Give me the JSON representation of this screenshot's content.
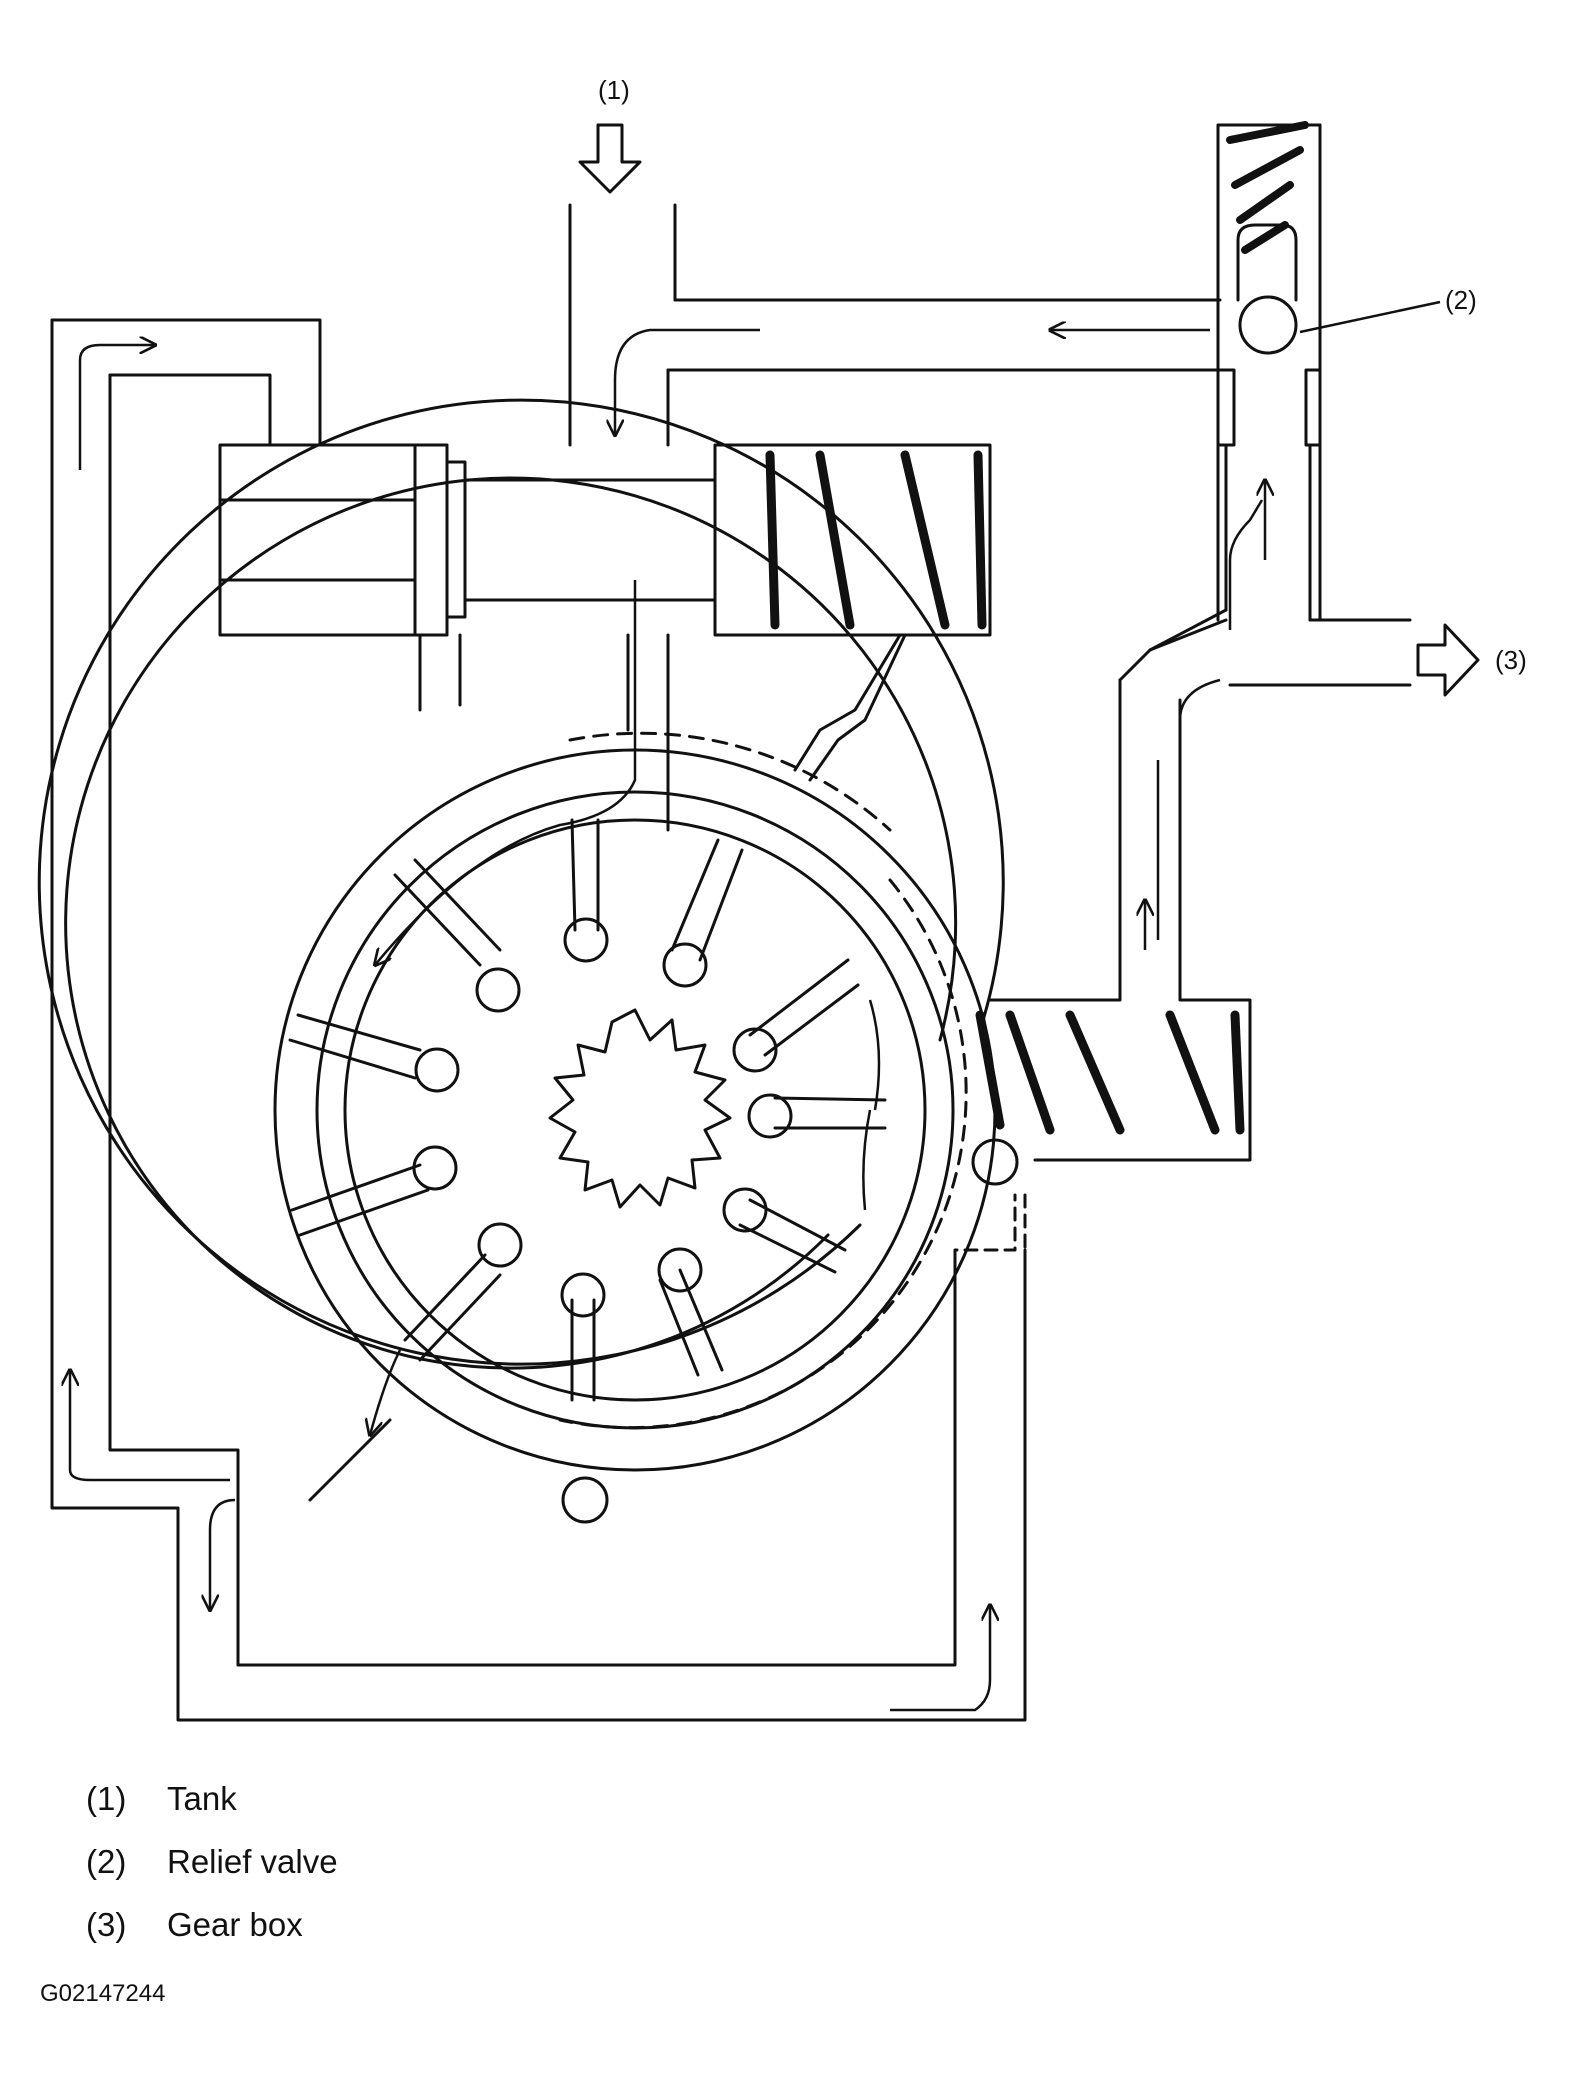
{
  "callouts": [
    {
      "id": "tank",
      "text": "(1)"
    },
    {
      "id": "relief_valve",
      "text": "(2)"
    },
    {
      "id": "gear_box",
      "text": "(3)"
    }
  ],
  "legend": [
    {
      "num": "(1)",
      "label": "Tank"
    },
    {
      "num": "(2)",
      "label": "Relief valve"
    },
    {
      "num": "(3)",
      "label": "Gear box"
    }
  ],
  "figure_id": "G02147244",
  "colors": {
    "line": "#111111",
    "background": "#ffffff"
  }
}
